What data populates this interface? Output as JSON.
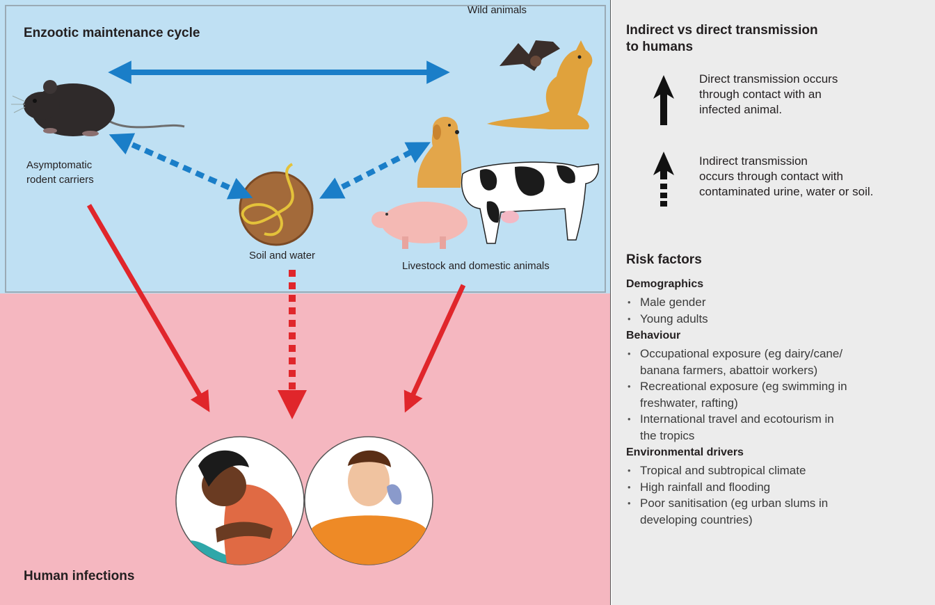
{
  "diagram": {
    "top_section_title": "Enzootic maintenance cycle",
    "bottom_section_title": "Human infections",
    "nodes": {
      "wild_animals": "Wild animals",
      "rodent_carriers": "Asymptomatic\nrodent carriers",
      "soil_water": "Soil and water",
      "livestock": "Livestock and domestic animals"
    },
    "colors": {
      "top_background": "#bfe0f3",
      "bottom_background": "#f5b7c0",
      "blue_arrow": "#1a7ec8",
      "red_arrow": "#e0262b"
    }
  },
  "legend": {
    "title": "Indirect vs direct transmission\nto humans",
    "direct": "Direct transmission occurs\nthrough contact with an\ninfected animal.",
    "indirect": "Indirect transmission\noccurs through contact with\ncontaminated urine, water or soil."
  },
  "risk_factors": {
    "title": "Risk factors",
    "groups": [
      {
        "heading": "Demographics",
        "items": [
          "Male gender",
          "Young adults"
        ]
      },
      {
        "heading": "Behaviour",
        "items": [
          "Occupational exposure (eg dairy/cane/\nbanana farmers, abattoir workers)",
          "Recreational exposure (eg swimming in\nfreshwater, rafting)",
          "International travel and ecotourism in\nthe tropics"
        ]
      },
      {
        "heading": "Environmental drivers",
        "items": [
          "Tropical and subtropical climate",
          "High rainfall and flooding",
          "Poor sanitisation (eg urban slums in\ndeveloping countries)"
        ]
      }
    ]
  }
}
